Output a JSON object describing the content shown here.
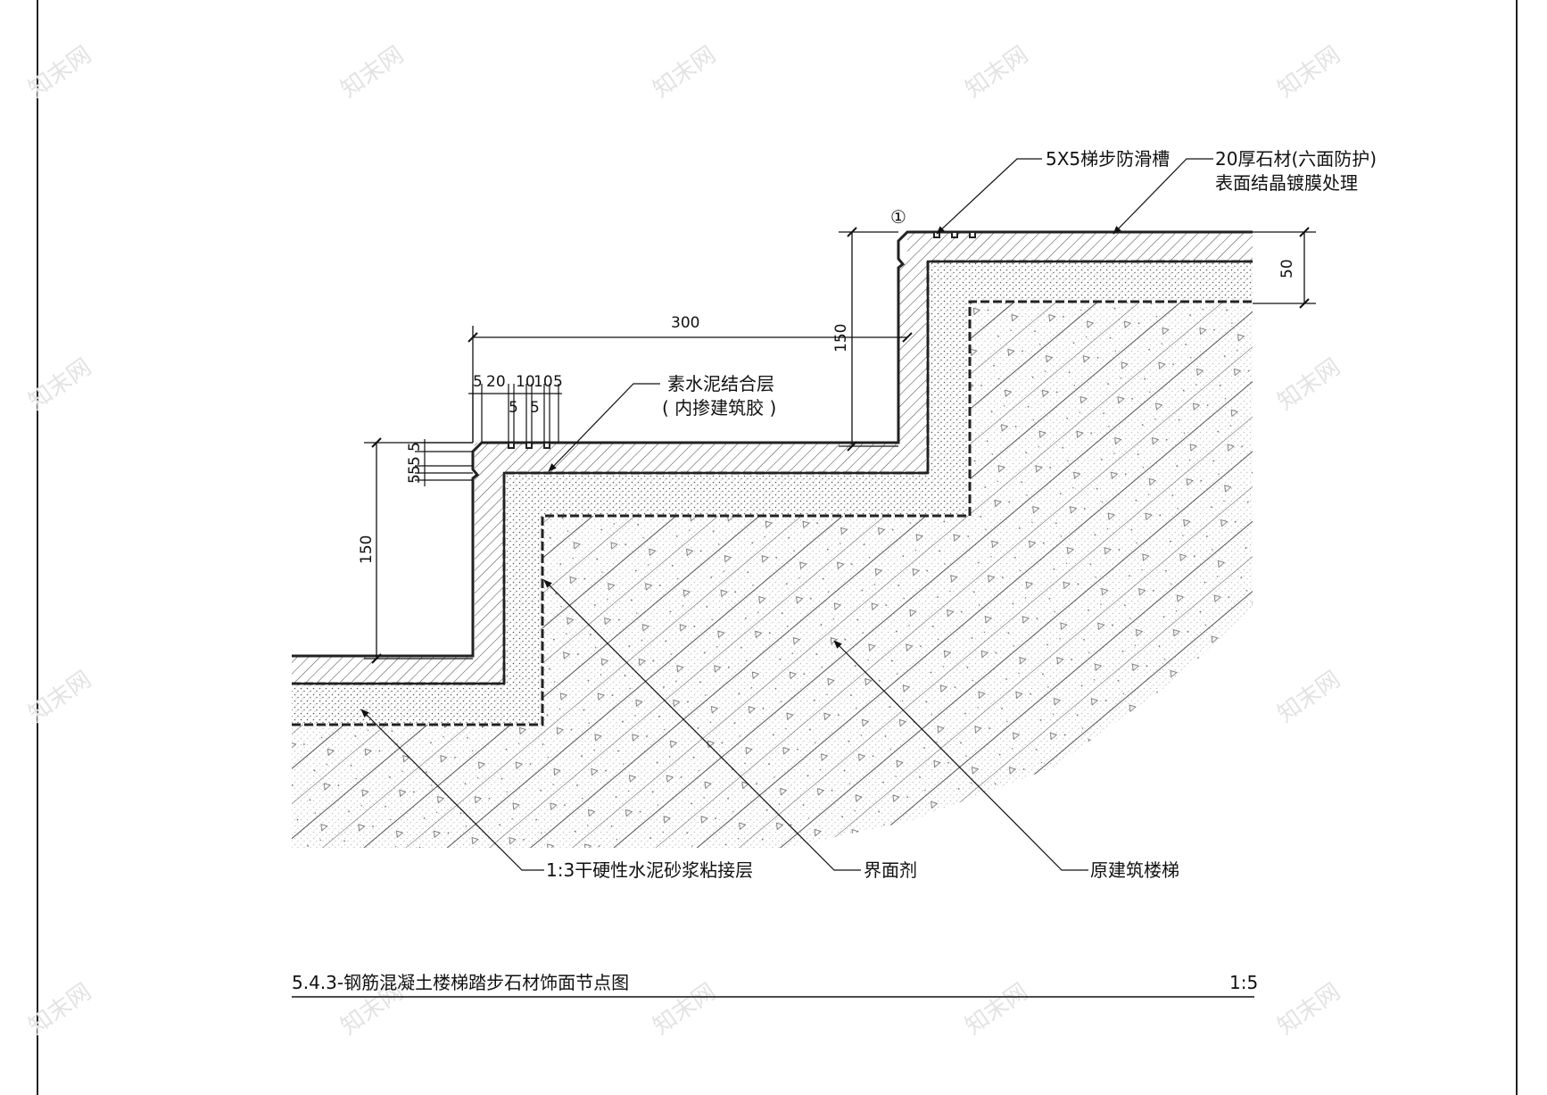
{
  "drawing": {
    "title": "5.4.3-钢筋混凝土楼梯踏步石材饰面节点图",
    "scale": "1:5",
    "marker": "①"
  },
  "labels": {
    "groove": "5X5梯步防滑槽",
    "stone_1": "20厚石材(六面防护)",
    "stone_2": "表面结晶镀膜处理",
    "bond_1": "素水泥结合层",
    "bond_2": "( 内掺建筑胶 )",
    "mortar": "1:3干硬性水泥砂浆粘接层",
    "interface": "界面剂",
    "stair": "原建筑楼梯"
  },
  "dimensions": {
    "tread": "300",
    "riser_upper": "150",
    "riser_lower": "150",
    "layer_total": "50",
    "g1": "5",
    "g2": "20",
    "g3": "10",
    "g4": "10",
    "g5": "5",
    "g6": "5",
    "g7": "5",
    "v1": "5",
    "v2": "5",
    "v3": "5",
    "v4": "5"
  },
  "watermark": "知末网"
}
